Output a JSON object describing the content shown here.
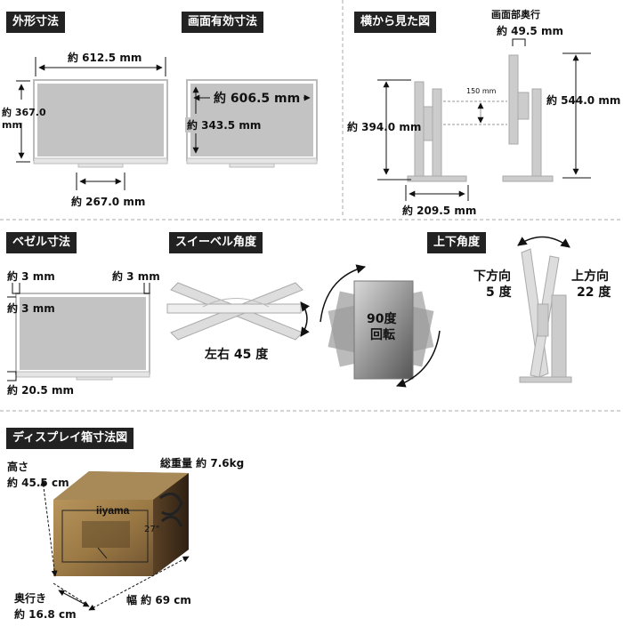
{
  "sections": {
    "outer": {
      "title": "外形寸法",
      "width": "約 612.5 mm",
      "height": "約 367.0 mm",
      "stand": "約 267.0 mm"
    },
    "effective": {
      "title": "画面有効寸法",
      "width": "約 606.5 mm",
      "height": "約 343.5 mm"
    },
    "side": {
      "title": "横から見た図",
      "depth_title": "画面部奥行",
      "depth": "約 49.5 mm",
      "height_min": "約 394.0 mm",
      "lift": "150 mm",
      "height_max": "約 544.0 mm",
      "base_depth": "約 209.5 mm"
    },
    "bezel": {
      "title": "ベゼル寸法",
      "left": "約 3 mm",
      "right": "約 3 mm",
      "top": "約 3 mm",
      "bottom": "約 20.5 mm"
    },
    "swivel": {
      "title": "スイーベル角度",
      "value": "左右 45 度"
    },
    "pivot": {
      "line1": "90度",
      "line2": "回転"
    },
    "tilt": {
      "title": "上下角度",
      "down_label": "下方向",
      "down_value": "5 度",
      "up_label": "上方向",
      "up_value": "22 度"
    },
    "box": {
      "title": "ディスプレイ箱寸法図",
      "height_label": "高さ",
      "height": "約 45.5 cm",
      "weight": "総重量 約 7.6kg",
      "depth_label": "奥行き",
      "depth": "約 16.8 cm",
      "width": "幅 約 69 cm",
      "brand": "iiyama",
      "size_mark": "27\""
    }
  }
}
